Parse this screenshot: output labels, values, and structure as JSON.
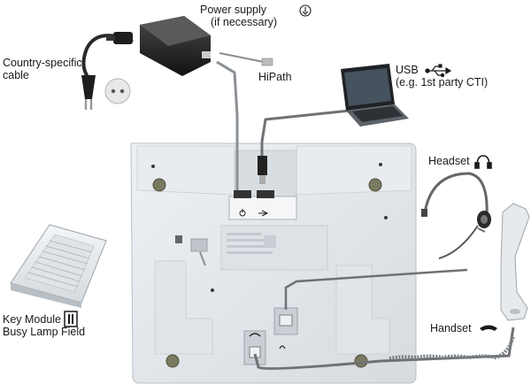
{
  "labels": {
    "power_supply": "Power supply",
    "if_necessary": "(if necessary)",
    "hipath": "HiPath",
    "country_cable_line1": "Country-specific",
    "country_cable_line2": "cable",
    "usb": "USB",
    "usb_note": "(e.g. 1st party CTI)",
    "headset": "Headset",
    "key_module_line1": "Key Module",
    "key_module_line2": "Busy Lamp Field",
    "handset": "Handset"
  },
  "icons": {
    "power": "power-icon",
    "usb": "usb-icon",
    "headset": "headset-icon",
    "key_module": "key-module-icon",
    "handset": "handset-icon"
  },
  "colors": {
    "phone_body": "#e4e8ec",
    "cable_grey": "#8a8f94",
    "cable_dark": "#2a2a2a"
  }
}
